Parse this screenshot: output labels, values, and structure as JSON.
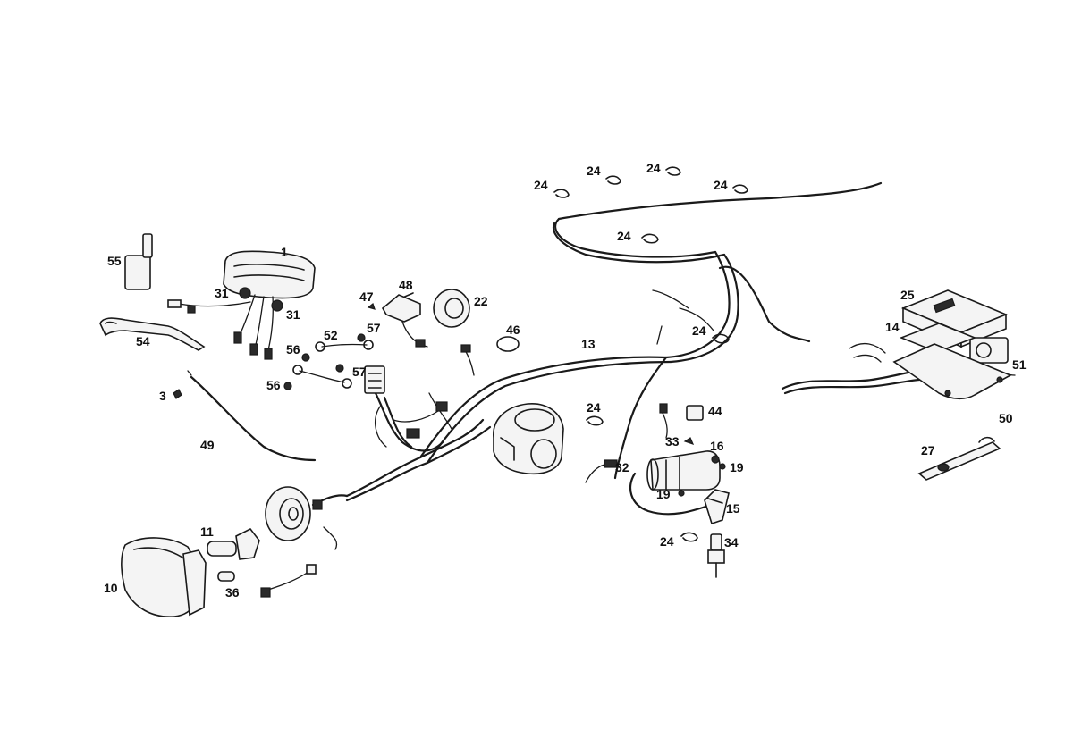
{
  "labels": {
    "l1": "1",
    "l55": "55",
    "l31a": "31",
    "l31b": "31",
    "l54": "54",
    "l3": "3",
    "l49": "49",
    "l47": "47",
    "l48": "48",
    "l22": "22",
    "l52": "52",
    "l57a": "57",
    "l56a": "56",
    "l57b": "57",
    "l56b": "56",
    "l46": "46",
    "l13": "13",
    "l24a": "24",
    "l24b": "24",
    "l24c": "24",
    "l24d": "24",
    "l24e": "24",
    "l24f": "24",
    "l24g": "24",
    "l24h": "24",
    "l25": "25",
    "l14": "14",
    "l51": "51",
    "l44": "44",
    "l33": "33",
    "l16": "16",
    "l19a": "19",
    "l19b": "19",
    "l32": "32",
    "l15": "15",
    "l34": "34",
    "l50": "50",
    "l27": "27",
    "l11": "11",
    "l10": "10",
    "l36": "36"
  }
}
